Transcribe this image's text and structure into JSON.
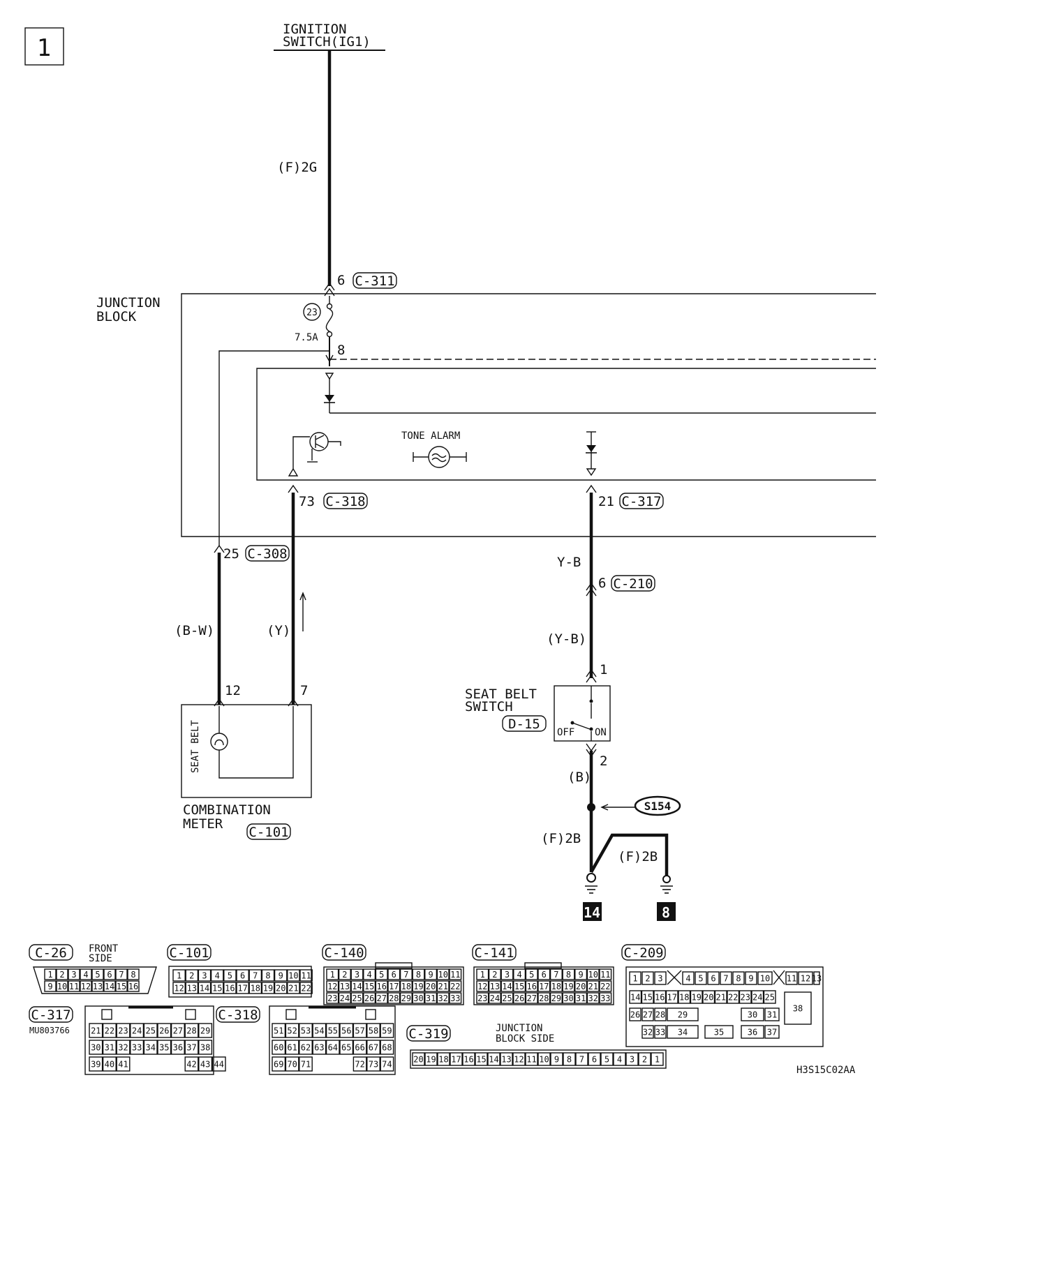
{
  "page_number": "1",
  "source": "IGNITION SWITCH(IG1)",
  "source_lines": [
    "IGNITION",
    "SWITCH(IG1)"
  ],
  "junction_block": [
    "JUNCTION",
    "BLOCK"
  ],
  "fuse": {
    "number": "23",
    "rating": "7.5A"
  },
  "wires": {
    "ign_feed": "(F)2G",
    "meter_feed": "(B-W)",
    "meter_signal": "(Y)",
    "switch_upper": "Y-B",
    "switch_lower": "(Y-B)",
    "switch_ground": "(B)",
    "ground_14": "(F)2B",
    "ground_8": "(F)2B"
  },
  "pins": {
    "c311": "6",
    "jb8": "8",
    "c318": "73",
    "c317": "21",
    "c308": "25",
    "c210": "6",
    "sw1": "1",
    "sw2": "2",
    "meter12": "12",
    "meter7": "7"
  },
  "connectors": {
    "c311": "C-311",
    "c318": "C-318",
    "c317": "C-317",
    "c308": "C-308",
    "c210": "C-210",
    "d15": "D-15",
    "c101": "C-101"
  },
  "labels": {
    "tone_alarm": "TONE ALARM",
    "seat_belt_switch": [
      "SEAT BELT",
      "SWITCH"
    ],
    "switch_off": "OFF",
    "switch_on": "ON",
    "meter_lamp": "SEAT BELT",
    "combination_meter": [
      "COMBINATION",
      "METER"
    ],
    "splice": "S154",
    "ground_points": [
      "14",
      "8"
    ],
    "drawing_code": "H3S15C02AA"
  },
  "connector_views": {
    "c26": {
      "name": "C-26",
      "note": [
        "FRONT",
        "SIDE"
      ],
      "rows": [
        [
          "1",
          "2",
          "3",
          "4",
          "5",
          "6",
          "7",
          "8"
        ],
        [
          "9",
          "10",
          "11",
          "12",
          "13",
          "14",
          "15",
          "16"
        ]
      ]
    },
    "c101": {
      "name": "C-101",
      "rows": [
        [
          "1",
          "2",
          "3",
          "4",
          "5",
          "6",
          "7",
          "8",
          "9",
          "10",
          "11"
        ],
        [
          "12",
          "13",
          "14",
          "15",
          "16",
          "17",
          "18",
          "19",
          "20",
          "21",
          "22"
        ]
      ]
    },
    "c140": {
      "name": "C-140",
      "rows": [
        [
          "1",
          "2",
          "3",
          "4",
          "5",
          "6",
          "7",
          "8",
          "9",
          "10",
          "11"
        ],
        [
          "12",
          "13",
          "14",
          "15",
          "16",
          "17",
          "18",
          "19",
          "20",
          "21",
          "22"
        ],
        [
          "23",
          "24",
          "25",
          "26",
          "27",
          "28",
          "29",
          "30",
          "31",
          "32",
          "33"
        ]
      ]
    },
    "c141": {
      "name": "C-141",
      "rows": [
        [
          "1",
          "2",
          "3",
          "4",
          "5",
          "6",
          "7",
          "8",
          "9",
          "10",
          "11"
        ],
        [
          "12",
          "13",
          "14",
          "15",
          "16",
          "17",
          "18",
          "19",
          "20",
          "21",
          "22"
        ],
        [
          "23",
          "24",
          "25",
          "26",
          "27",
          "28",
          "29",
          "30",
          "31",
          "32",
          "33"
        ]
      ]
    },
    "c209": {
      "name": "C-209",
      "rows": [
        [
          "1",
          "2",
          "3",
          "",
          "4",
          "5",
          "6",
          "7",
          "8",
          "9",
          "10",
          "",
          "11",
          "12",
          "13"
        ],
        [
          "14",
          "15",
          "16",
          "17",
          "18",
          "19",
          "20",
          "21",
          "22",
          "23",
          "24",
          "25"
        ],
        [
          "26",
          "27",
          "28",
          "29",
          "30",
          "31"
        ],
        [
          "32",
          "33",
          "34",
          "35",
          "36",
          "37"
        ],
        [
          "38"
        ]
      ]
    },
    "c317": {
      "name": "C-317",
      "part": "MU803766",
      "rows": [
        [
          "21",
          "22",
          "23",
          "24",
          "25",
          "26",
          "27",
          "28",
          "29"
        ],
        [
          "30",
          "31",
          "32",
          "33",
          "34",
          "35",
          "36",
          "37",
          "38"
        ],
        [
          "39",
          "40",
          "41",
          "",
          "",
          "",
          "",
          "42",
          "43",
          "44"
        ]
      ]
    },
    "c318": {
      "name": "C-318",
      "rows": [
        [
          "51",
          "52",
          "53",
          "54",
          "55",
          "56",
          "57",
          "58",
          "59"
        ],
        [
          "60",
          "61",
          "62",
          "63",
          "64",
          "65",
          "66",
          "67",
          "68"
        ],
        [
          "69",
          "70",
          "71",
          "",
          "",
          "",
          "72",
          "73",
          "74"
        ]
      ]
    },
    "c319": {
      "name": "C-319",
      "note": [
        "JUNCTION",
        "BLOCK SIDE"
      ],
      "rows": [
        [
          "20",
          "19",
          "18",
          "17",
          "16",
          "15",
          "14",
          "13",
          "12",
          "11",
          "10",
          "9",
          "8",
          "7",
          "6",
          "5",
          "4",
          "3",
          "2",
          "1"
        ]
      ]
    }
  }
}
